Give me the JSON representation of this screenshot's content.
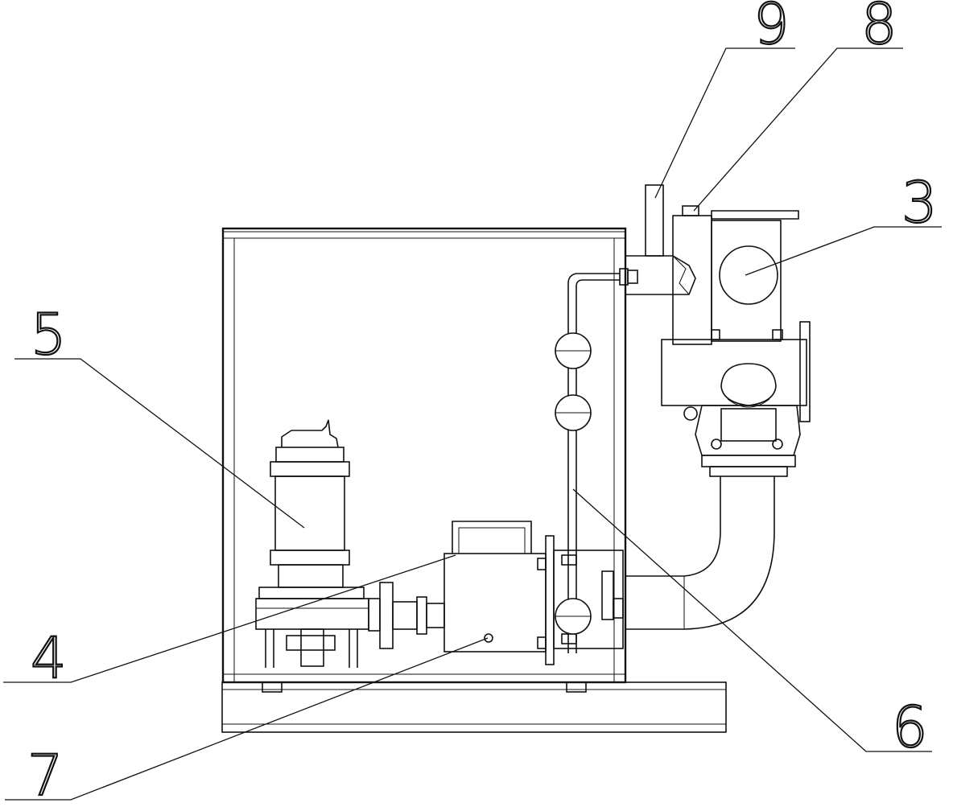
{
  "labels": {
    "l9": "9",
    "l8": "8",
    "l3": "3",
    "l5": "5",
    "l4": "4",
    "l7": "7",
    "l6": "6"
  },
  "parts": [
    {
      "id": "tank",
      "icon": "tank-enclosure"
    },
    {
      "id": "submersible-pump",
      "label_ref": "5"
    },
    {
      "id": "pump-housing",
      "label_ref": "4"
    },
    {
      "id": "outlet-pipe",
      "label_ref": "3"
    },
    {
      "id": "float-switch-rod",
      "label_ref": "6"
    },
    {
      "id": "housing-port",
      "label_ref": "7"
    },
    {
      "id": "vent-bolt",
      "label_ref": "8"
    },
    {
      "id": "vent-pipe",
      "label_ref": "9"
    }
  ]
}
